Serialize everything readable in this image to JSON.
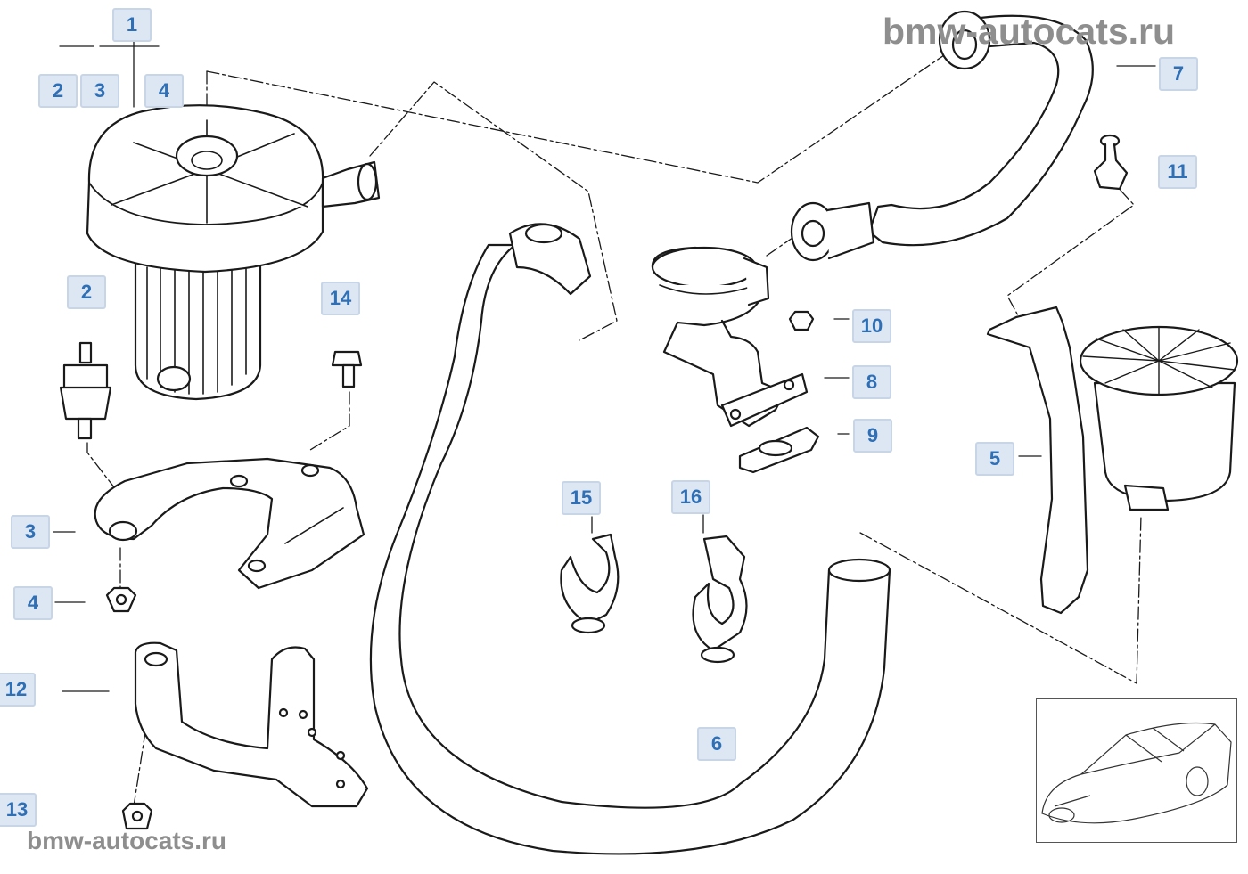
{
  "watermark_top": "bmw-autocats.ru",
  "watermark_bottom": "bmw-autocats.ru",
  "callouts": [
    "1",
    "2",
    "3",
    "4",
    "2",
    "14",
    "3",
    "4",
    "12",
    "13",
    "7",
    "11",
    "10",
    "8",
    "9",
    "5",
    "15",
    "16",
    "6"
  ],
  "line_color": "#1a1a1a",
  "callout_text_color": "#2e6fb6",
  "callout_bg_color": "#dde7f3"
}
